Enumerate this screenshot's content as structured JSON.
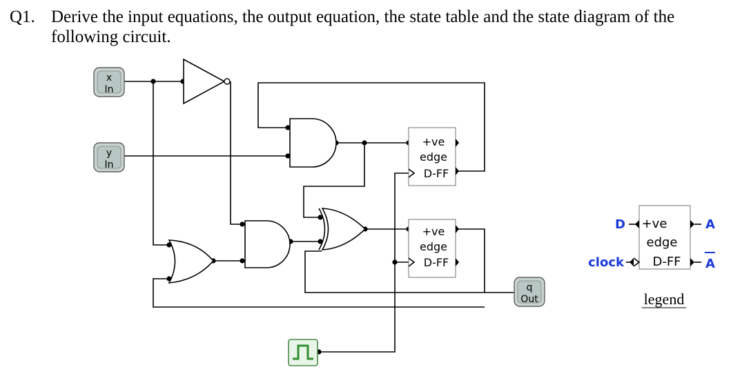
{
  "question": {
    "number": "Q1.",
    "text": "Derive the input equations, the output equation, the state table and the state diagram of the following circuit."
  },
  "inputs": [
    {
      "name": "x",
      "label": "In"
    },
    {
      "name": "y",
      "label": "In"
    }
  ],
  "output": {
    "name": "q",
    "label": "Out"
  },
  "flipflop": {
    "line1": "+ve",
    "line2": "edge",
    "line3": "D-FF"
  },
  "legend": {
    "d_label": "D",
    "clock_label": "clock",
    "a_label": "A",
    "a_bar_label": "A",
    "line1": "+ve",
    "line2": "edge",
    "line3": "D-FF",
    "caption": "legend",
    "accent_color": "#1a3ad8"
  }
}
